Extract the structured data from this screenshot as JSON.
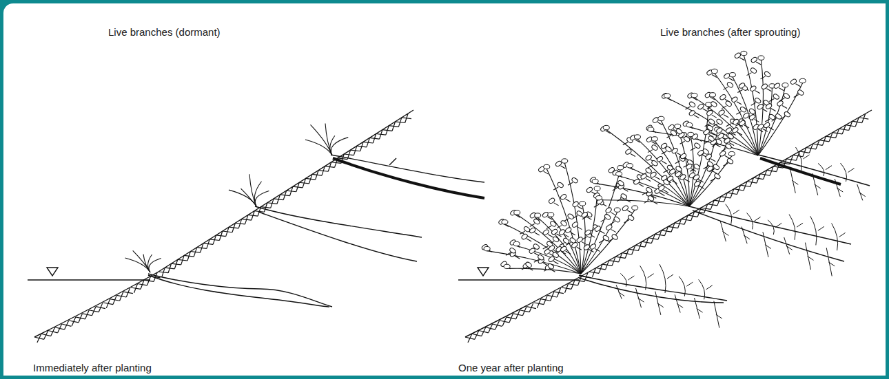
{
  "diagram": {
    "labels": [
      "Live branches (dormant)",
      "Live branches (after sprouting)",
      "Immediately after planting",
      "One year after planting"
    ]
  }
}
